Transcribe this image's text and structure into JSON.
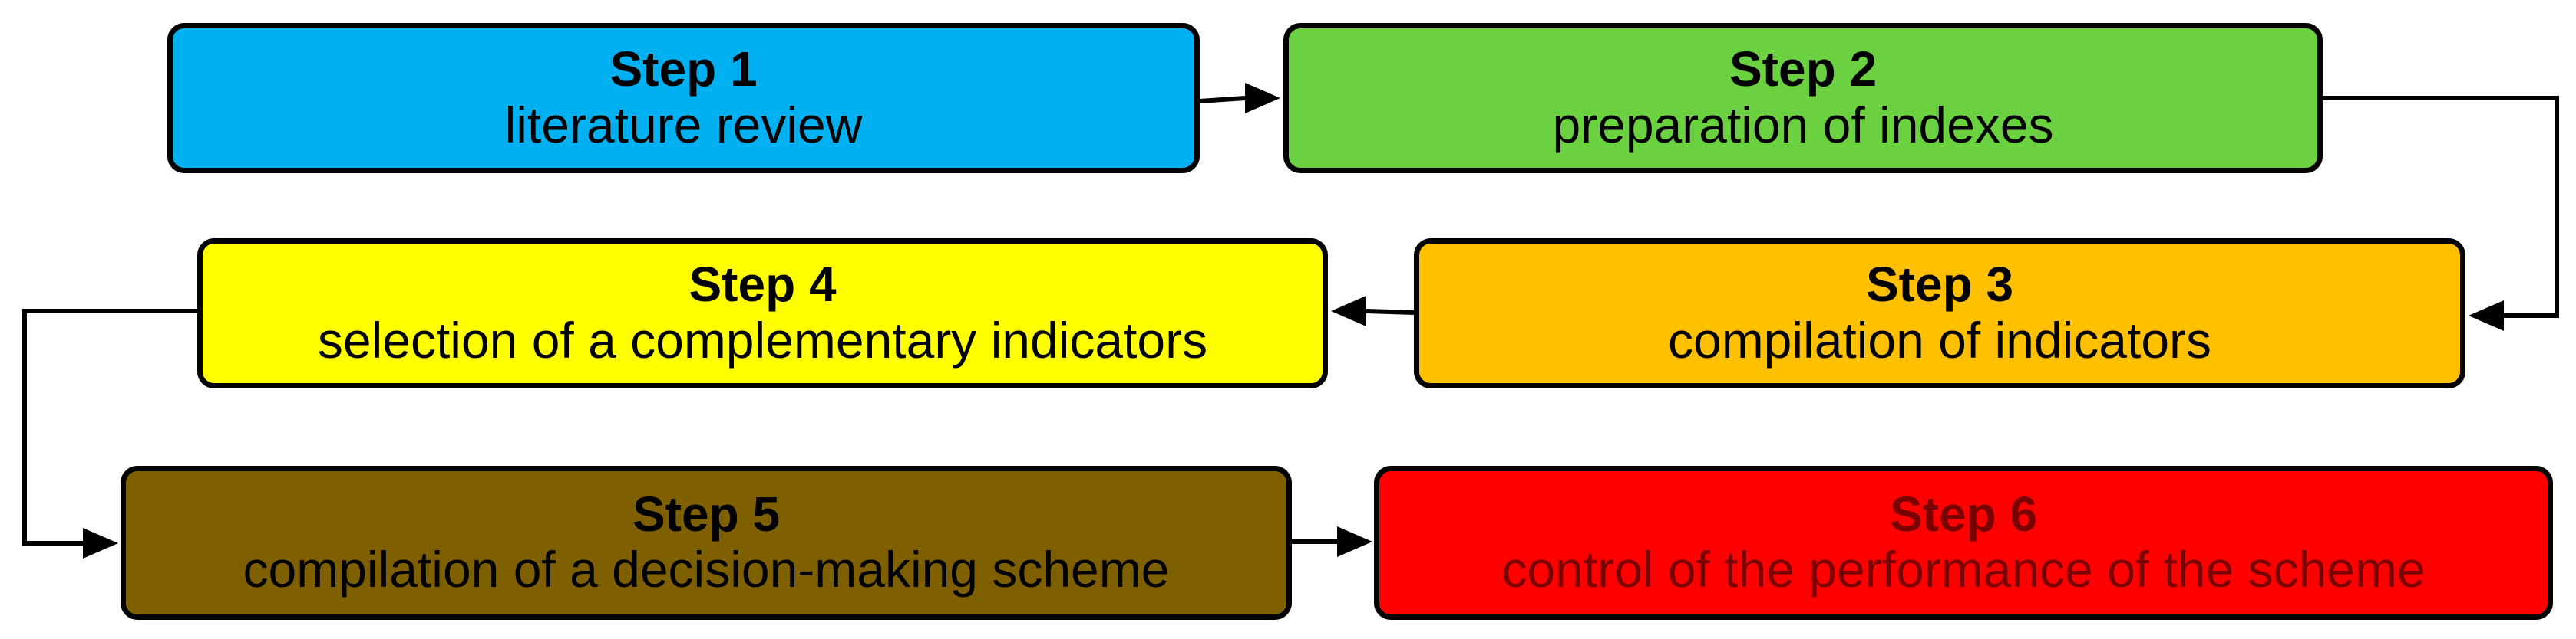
{
  "steps": [
    {
      "id": "step-1",
      "title": "Step 1",
      "description": "literature review",
      "fill": "#00B0F0",
      "text_color": "#000000"
    },
    {
      "id": "step-2",
      "title": "Step 2",
      "description": "preparation of indexes",
      "fill": "#6CD140",
      "text_color": "#000000"
    },
    {
      "id": "step-3",
      "title": "Step 3",
      "description": "compilation of indicators",
      "fill": "#FFC000",
      "text_color": "#000000"
    },
    {
      "id": "step-4",
      "title": "Step 4",
      "description": "selection of a complementary indicators",
      "fill": "#FFFF00",
      "text_color": "#000000"
    },
    {
      "id": "step-5",
      "title": "Step 5",
      "description": "compilation of a decision-making scheme",
      "fill": "#7F6000",
      "text_color": "#000000"
    },
    {
      "id": "step-6",
      "title": "Step 6",
      "description": "control of the performance of the scheme",
      "fill": "#FF0000",
      "text_color": "#7A0000"
    }
  ],
  "connections": [
    {
      "from": "Step 1",
      "to": "Step 2"
    },
    {
      "from": "Step 2",
      "to": "Step 3"
    },
    {
      "from": "Step 3",
      "to": "Step 4"
    },
    {
      "from": "Step 4",
      "to": "Step 5"
    },
    {
      "from": "Step 5",
      "to": "Step 6"
    }
  ],
  "colors": {
    "border": "#000000",
    "arrow": "#000000",
    "background": "#FFFFFF"
  }
}
